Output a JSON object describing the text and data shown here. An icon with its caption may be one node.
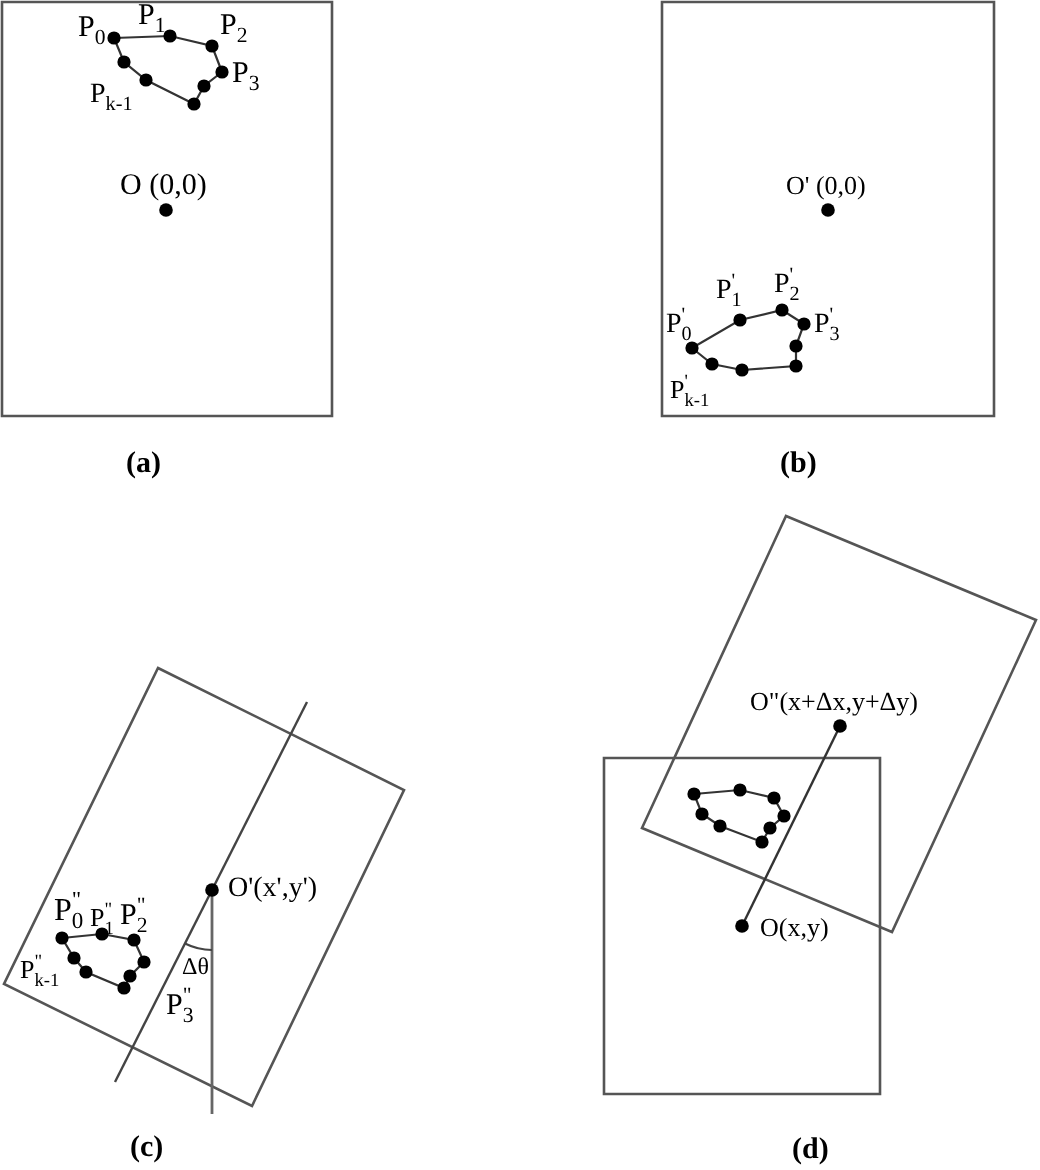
{
  "diagram": {
    "labels": [
      "P$_{0}$",
      "P$_{1}$",
      "P$_{2}$",
      "P$_{3}$",
      "P$_{k-1}$",
      "O (0,0)",
      "(a)",
      "O' (0,0)",
      "P$^{'}$$_{1}$",
      "P$^{'}$$_{2}$",
      "P$^{'}$$_{0}$",
      "P$^{'}$$_{3}$",
      "P$^{'}$$_{k-1}$",
      "(b)",
      "O'(x',y')",
      "P$^{\"}$$_{0}$",
      "P$^{\"}$$_{1}$",
      "P$^{\"}$$_{2}$",
      "Δθ",
      "P$^{\"}$$_{k-1}$",
      "P$^{\"}$$_{3}$",
      "(c)",
      "O\"(x+Δx,y+Δy)",
      "O(x,y)",
      "(d)"
    ]
  }
}
